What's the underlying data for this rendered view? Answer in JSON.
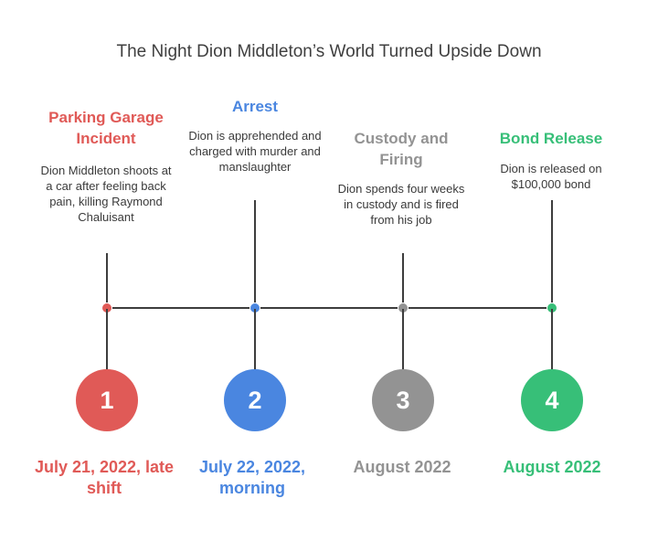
{
  "title": "The Night Dion Middleton’s World Turned Upside Down",
  "colors": {
    "red": "#e05a57",
    "blue": "#4a86e0",
    "gray": "#939393",
    "green": "#37bf78",
    "line": "#3d3d3d"
  },
  "events": [
    {
      "number": "1",
      "heading": "Parking Garage Incident",
      "description": "Dion Middleton shoots at a car after feeling back pain, killing Raymond Chaluisant",
      "date": "July 21, 2022, late shift",
      "color": "#e05a57"
    },
    {
      "number": "2",
      "heading": "Arrest",
      "description": "Dion is apprehended and charged with murder and manslaughter",
      "date": "July 22, 2022, morning",
      "color": "#4a86e0"
    },
    {
      "number": "3",
      "heading": "Custody and Firing",
      "description": "Dion spends four weeks in custody and is fired from his job",
      "date": "August 2022",
      "color": "#939393"
    },
    {
      "number": "4",
      "heading": "Bond Release",
      "description": "Dion is released on $100,000 bond",
      "date": "August 2022",
      "color": "#37bf78"
    }
  ]
}
